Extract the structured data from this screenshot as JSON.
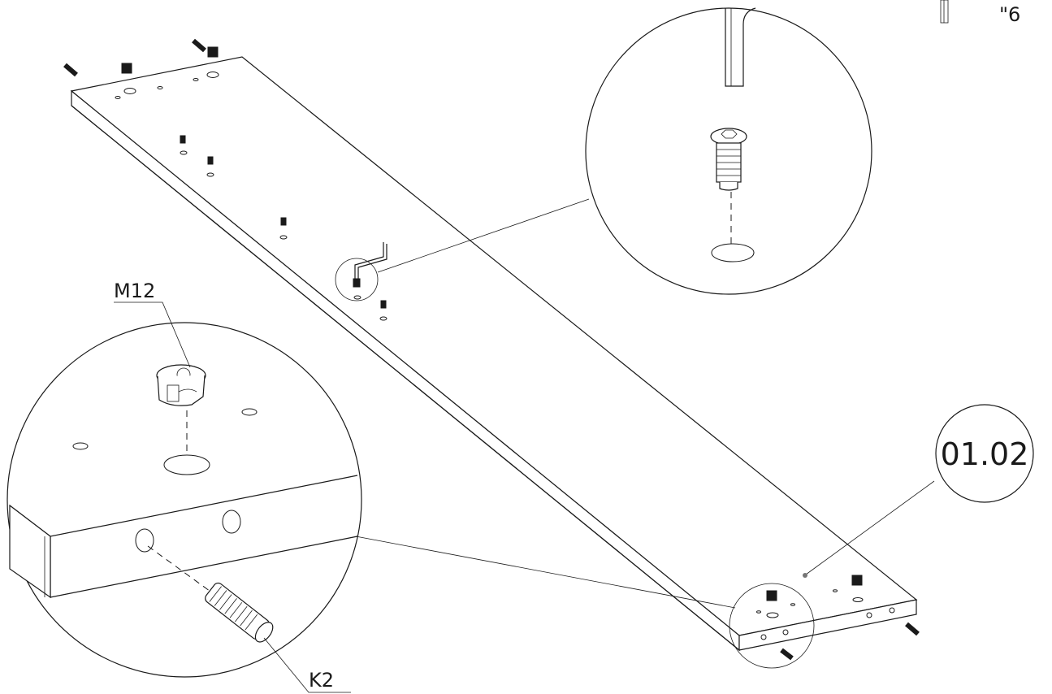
{
  "labels": {
    "part_number": "01.02",
    "cam_fitting": "M12",
    "dowel": "K2",
    "corner_mark": "\"6"
  }
}
